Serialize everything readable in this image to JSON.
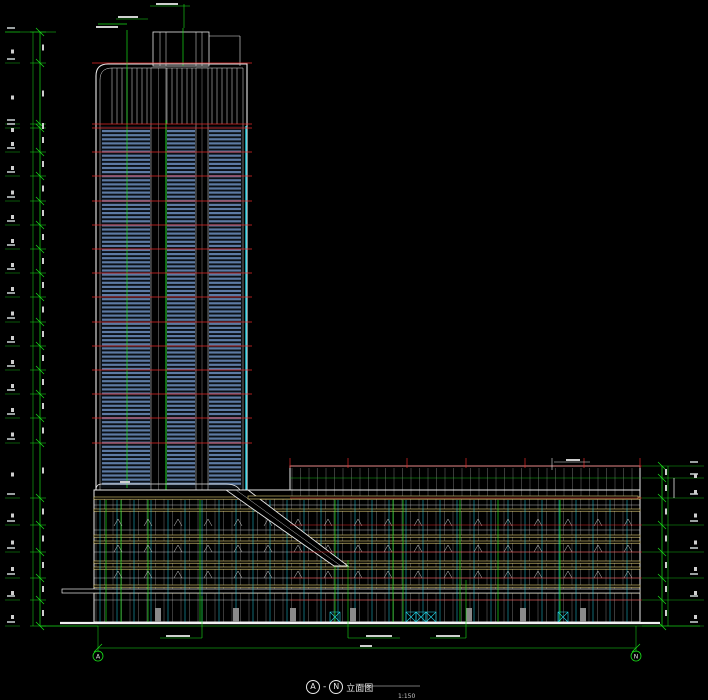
{
  "drawing": {
    "caption": {
      "axis_start": "A",
      "separator": "-",
      "axis_end": "N",
      "title": "立面图"
    },
    "scale": "1:150",
    "axis_markers": {
      "left": "A",
      "right": "N"
    },
    "colors": {
      "background": "#000000",
      "dimension": "#19e019",
      "level": "#e62828",
      "glazing": "#5d7aa3",
      "mullion": "#e8e8e8",
      "slab": "#e6d27a",
      "cyan": "#22d3e6",
      "ground": "#f0f0f0"
    }
  }
}
